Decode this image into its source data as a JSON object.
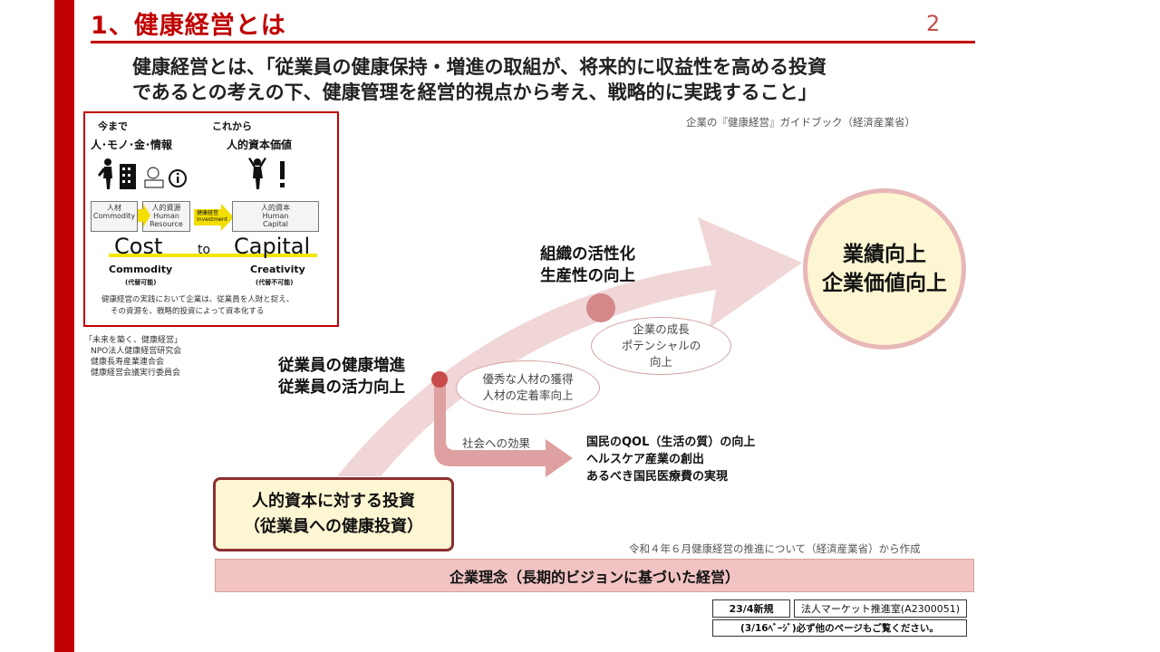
{
  "slide": {
    "title": "1、健康経営とは",
    "page_number": "2",
    "definition_line1": "健康経営とは、「従業員の健康保持・増進の取組が、将来的に収益性を高める投資",
    "definition_line2": "であるとの考えの下、健康管理を経営的視点から考え、戦略的に実践すること」",
    "source_top": "企業の『健康経営』ガイドブック（経済産業省）"
  },
  "inset": {
    "before_label": "今まで",
    "after_label": "これから",
    "before_heading": "人･モノ･金･情報",
    "after_heading": "人的資本価値",
    "box1_line1": "人材",
    "box1_line2": "Commodity",
    "box2_line1": "人的資源",
    "box2_line2": "Human",
    "box2_line3": "Resource",
    "arrow_label_line1": "健康経営",
    "arrow_label_line2": "Investment",
    "box3_line1": "人的資本",
    "box3_line2": "Human",
    "box3_line3": "Capital",
    "cost_word": "Cost",
    "to_word": "to",
    "capital_word": "Capital",
    "commodity": "Commodity",
    "commodity_note": "(代替可能)",
    "creativity": "Creativity",
    "creativity_note": "(代替不可能)",
    "footnote_line1": "健康経営の実践において企業は、従業員を人財と捉え、",
    "footnote_line2": "その資源を、戦略的投資によって資本化する"
  },
  "inset_source": {
    "line1": "「未来を築く、健康経営」",
    "line2": "NPO法人健康経営研究会",
    "line3": "健康長寿産業連合会",
    "line4": "健康経営会議実行委員会"
  },
  "diagram": {
    "stage1_line1": "従業員の健康増進",
    "stage1_line2": "従業員の活力向上",
    "stage2_line1": "組織の活性化",
    "stage2_line2": "生産性の向上",
    "goal_line1": "業績向上",
    "goal_line2": "企業価値向上",
    "oval1_line1": "優秀な人材の獲得",
    "oval1_line2": "人材の定着率向上",
    "oval2_line1": "企業の成長",
    "oval2_line2": "ポテンシャルの",
    "oval2_line3": "向上",
    "investment_line1": "人的資本に対する投資",
    "investment_line2": "（従業員への健康投資）",
    "social_effect_label": "社会への効果",
    "effect1": "国民のQOL（生活の質）の向上",
    "effect2": "ヘルスケア産業の創出",
    "effect3": "あるべき国民医療費の実現"
  },
  "source_bottom": "令和４年６月健康経営の推進について（経済産業省）から作成",
  "vision_bar": "企業理念（長期的ビジョンに基づいた経営）",
  "footer": {
    "date_new": "23/4新規",
    "dept": "法人マーケット推進室(A2300051)",
    "note": "(3/16ﾍﾞｰｼﾞ)必ず他のページもご覧ください。"
  },
  "colors": {
    "accent_red": "#c00000",
    "arrow_pink": "#f0d6d6",
    "node_red": "#c94a4a",
    "highlight_yellow": "#fdf6d2"
  }
}
